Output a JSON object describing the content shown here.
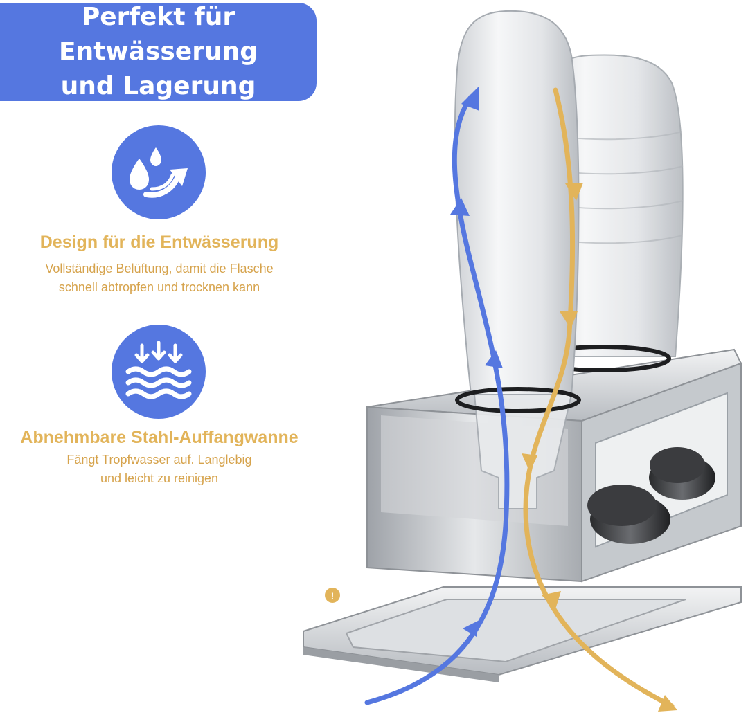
{
  "banner": {
    "line1": "Perfekt für Entwässerung",
    "line2": "und Lagerung"
  },
  "features": [
    {
      "icon": "water-drops-arrow-icon",
      "title": "Design für die Entwässerung",
      "desc_line1": "Vollständige Belüftung, damit die Flasche",
      "desc_line2": "schnell abtropfen und trocknen kann"
    },
    {
      "icon": "drip-tray-waves-icon",
      "title": "Abnehmbare Stahl-Auffangwanne",
      "desc_line1": "Fängt Tropfwasser auf. Langlebig",
      "desc_line2": "und leicht zu reinigen"
    }
  ],
  "colors": {
    "accent_blue": "#5577e0",
    "accent_gold": "#e2b45a",
    "steel": "#c9ccd0"
  }
}
